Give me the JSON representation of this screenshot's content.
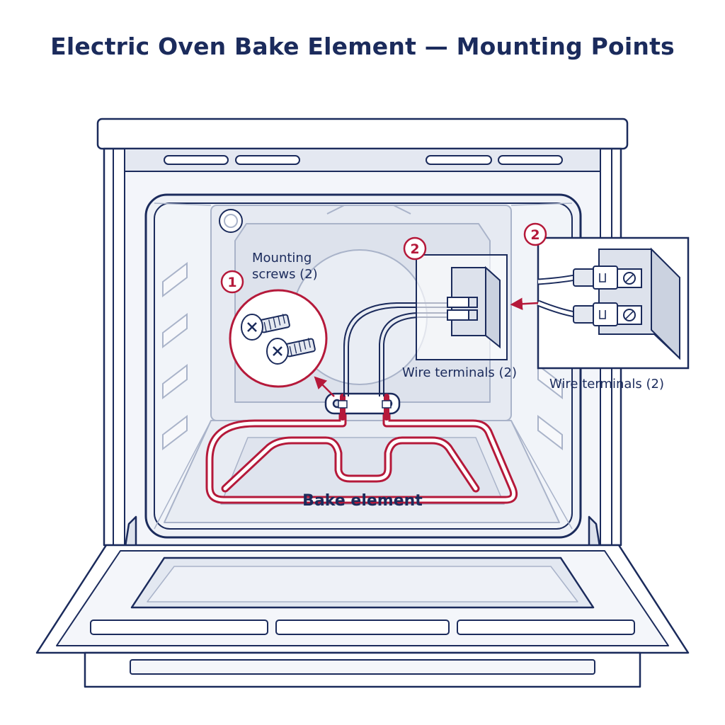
{
  "title": "Electric Oven Bake Element — Mounting Points",
  "callouts": {
    "screws": {
      "number": "1",
      "label_line1": "Mounting",
      "label_line2": "screws (2)"
    },
    "terminals_inner": {
      "number": "2",
      "label": "Wire terminals (2)"
    },
    "terminals_zoom": {
      "number": "2",
      "label": "Wire terminals (2)"
    }
  },
  "element_label": "Bake element",
  "colors": {
    "outline": "#1b2b5c",
    "accent": "#b5193a",
    "cavity_fill": "#eef1f7",
    "panel_fill": "#dde2ec"
  },
  "icons": [
    "screw-icon",
    "wire-terminal-icon",
    "arrow-icon"
  ]
}
